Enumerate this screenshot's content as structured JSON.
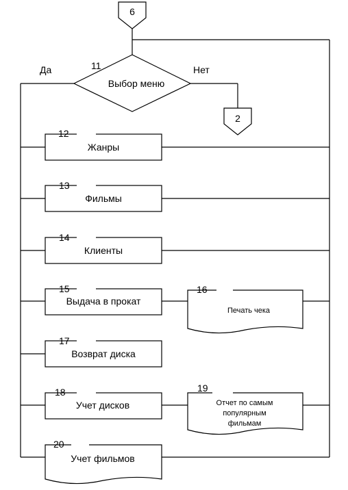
{
  "connectors": {
    "top": "6",
    "exit": "2"
  },
  "decision": {
    "number": "11",
    "label": "Выбор меню",
    "yes": "Да",
    "no": "Нет"
  },
  "blocks": {
    "b12": {
      "number": "12",
      "label": "Жанры"
    },
    "b13": {
      "number": "13",
      "label": "Фильмы"
    },
    "b14": {
      "number": "14",
      "label": "Клиенты"
    },
    "b15": {
      "number": "15",
      "label": "Выдача в прокат"
    },
    "b16": {
      "number": "16",
      "label": "Печать чека"
    },
    "b17": {
      "number": "17",
      "label": "Возврат диска"
    },
    "b18": {
      "number": "18",
      "label": "Учет дисков"
    },
    "b19": {
      "number": "19",
      "lines": [
        "Отчет по самым",
        "популярным",
        "фильмам"
      ]
    },
    "b20": {
      "number": "20",
      "label": "Учет фильмов"
    }
  }
}
